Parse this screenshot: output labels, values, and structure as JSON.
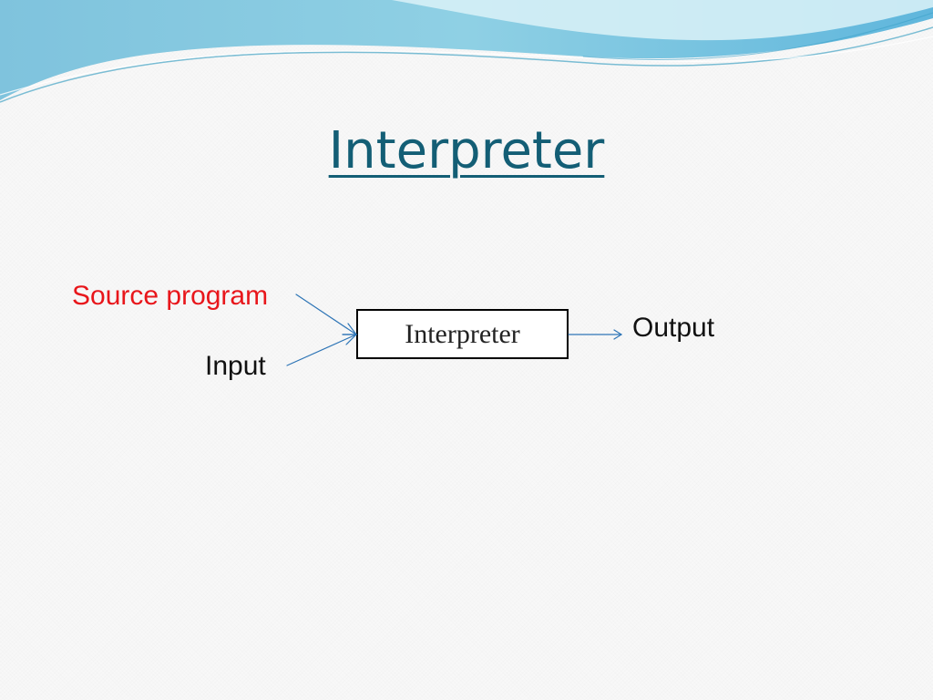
{
  "slide": {
    "title": "Interpreter",
    "title_color": "#135e75"
  },
  "diagram": {
    "inputs": [
      {
        "label": "Source program",
        "color": "#e8161b"
      },
      {
        "label": "Input",
        "color": "#111111"
      }
    ],
    "process": {
      "label": "Interpreter"
    },
    "output": {
      "label": "Output"
    },
    "arrow_color": "#2e75b6"
  }
}
